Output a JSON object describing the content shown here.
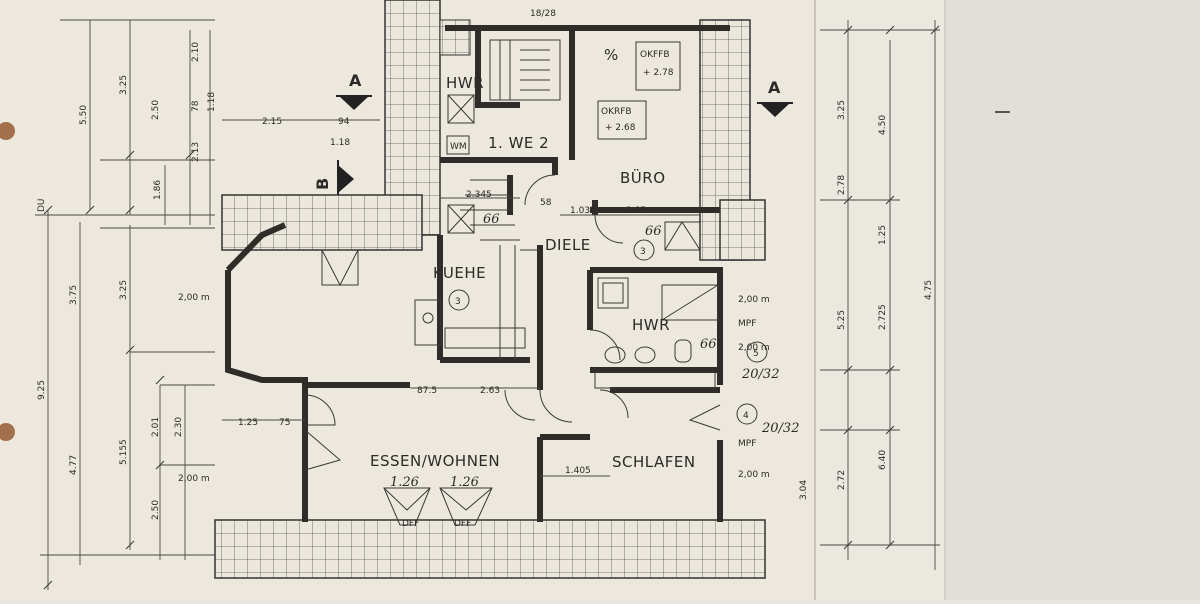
{
  "rooms": {
    "hwr_top": "HWR",
    "we2": "1. WE 2",
    "buero": "BÜRO",
    "diele": "DIELE",
    "kueche": "KUEHE",
    "hwr_mid": "HWR",
    "essen_wohnen": "ESSEN/WOHNEN",
    "schlafen": "SCHLAFEN"
  },
  "levels": {
    "okffb_label": "OKFFB",
    "okffb_value": "+ 2.78",
    "okrfb_label": "OKRFB",
    "okrfb_value": "+ 2.68"
  },
  "section_marks": {
    "a_left": "A",
    "a_right": "A",
    "b": "B"
  },
  "top_label": "18/28",
  "annotations": {
    "dff_1": "DFF",
    "dff_2": "DFF",
    "mpf_1": "MPF",
    "mpf_2": "MPF",
    "stair_1": "20/32",
    "stair_2": "20/32",
    "circle_3a": "3",
    "circle_3b": "3",
    "circle_4": "4",
    "circle_5": "5",
    "ess_126a": "1.26",
    "ess_126b": "1.26",
    "wm": "WM",
    "n66a": "66",
    "n66b": "66",
    "n66c": "66",
    "percent": "%"
  },
  "dimensions": {
    "d_550": "5.50",
    "d_325a": "3.25",
    "d_210": "2.10",
    "d_118": "1.18",
    "d_78": "78",
    "d_213": "2.13",
    "d_186": "1.86",
    "d_925": "9.25",
    "d_375": "3.75",
    "d_325b": "3.25",
    "d_477": "4.77",
    "d_5155": "5.155",
    "d_250a": "2.50",
    "d_250b": "2.50",
    "d_201": "2.01",
    "d_230": "2.30",
    "d_200a": "2,00 m",
    "d_200b": "2,00 m",
    "d_200c": "2,00 m",
    "d_200d": "2,00 m",
    "d_200e": "2,00 m",
    "d_125": "1.25",
    "d_75": "75",
    "d_2345": "2.345",
    "d_1035": "1.035",
    "d_385": "3.85",
    "d_263": "2.63",
    "d_1405": "1.405",
    "d_875": "87.5",
    "d_215": "2.15",
    "d_94": "94",
    "d_118b": "1.18",
    "d_58": "58",
    "d_450": "4.50",
    "d_475": "4.75",
    "d_640": "6.40",
    "d_525": "5.25",
    "d_2725": "2.725",
    "d_272": "2.72",
    "d_325c": "3.25",
    "d_304": "3.04",
    "d_125b": "1.25",
    "d_278": "2.78",
    "d_du": "DU"
  }
}
